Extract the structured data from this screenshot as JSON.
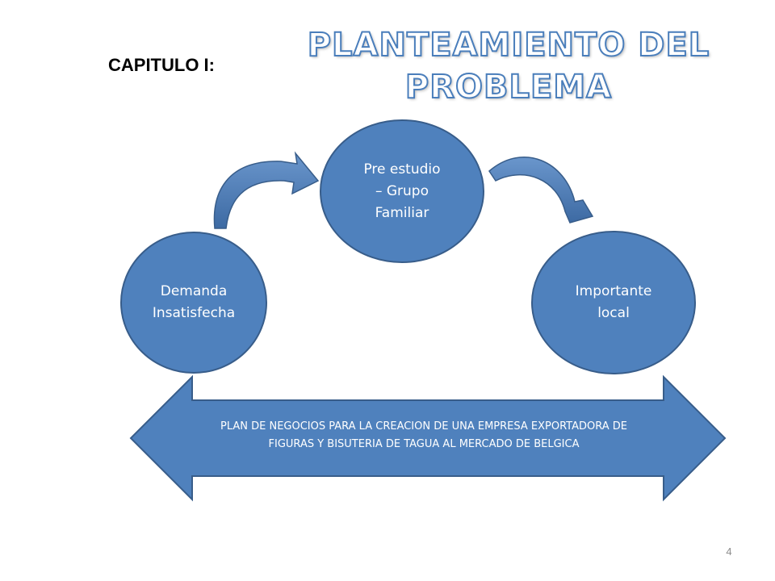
{
  "slide": {
    "chapter_label": "CAPITULO I:",
    "title_line1": "PLANTEAMIENTO DEL",
    "title_line2": "PROBLEMA",
    "page_number": "4"
  },
  "diagram": {
    "nodes": {
      "center": {
        "line1": "Pre estudio",
        "line2": "– Grupo",
        "line3": "Familiar"
      },
      "left": {
        "line1": "Demanda",
        "line2": "Insatisfecha"
      },
      "right": {
        "line1": "Importante",
        "line2": "local"
      }
    },
    "banner": {
      "line1": "PLAN DE NEGOCIOS PARA LA CREACION DE UNA EMPRESA EXPORTADORA DE",
      "line2": "FIGURAS Y BISUTERIA DE TAGUA AL MERCADO DE BELGICA"
    }
  },
  "colors": {
    "shape_fill": "#4f81bd",
    "shape_stroke": "#385d8a",
    "title_outline": "#4a7ebb",
    "page_number": "#8c8c8c"
  }
}
